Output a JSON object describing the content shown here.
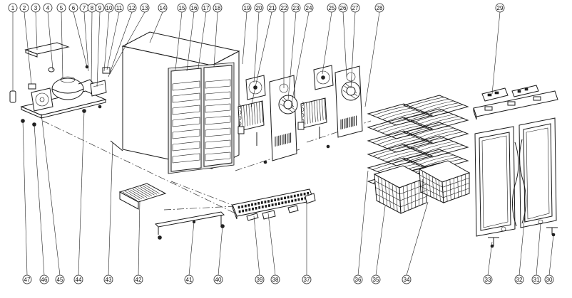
{
  "diagram": {
    "title": "",
    "callouts_top": [
      "1",
      "2",
      "3",
      "4",
      "5",
      "6",
      "7",
      "8",
      "9",
      "10",
      "11",
      "12",
      "13",
      "14",
      "15",
      "16",
      "17",
      "18",
      "19",
      "20",
      "21",
      "22",
      "23",
      "24",
      "25",
      "26",
      "27",
      "28",
      "29"
    ],
    "callouts_bottom": [
      "47",
      "46",
      "45",
      "44",
      "43",
      "42",
      "41",
      "40",
      "39",
      "38",
      "37",
      "36",
      "35",
      "34",
      "33",
      "32",
      "31",
      "30"
    ]
  },
  "colors": {
    "line": "#1a1a1a",
    "paper": "#ffffff"
  }
}
